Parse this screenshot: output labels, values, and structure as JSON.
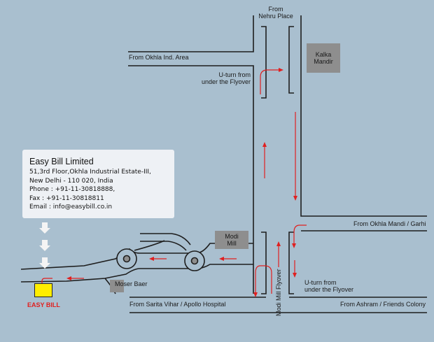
{
  "labels": {
    "from_nehru_place": [
      "From",
      "Nehru Place"
    ],
    "from_okhla_ind_area": "From Okhla Ind. Area",
    "uturn_top": [
      "U-turn from",
      "under the Flyover"
    ],
    "from_okhla_mandi": "From Okhla Mandi / Garhi",
    "uturn_bottom": [
      "U-turn from",
      "under the Flyover"
    ],
    "from_sarita_vihar": "From Sarita Vihar / Apollo Hospital",
    "from_ashram": "From Ashram / Friends Colony",
    "modi_mill_flyover": "Modi Mill Flyover"
  },
  "pois": {
    "kalka_mandir": [
      "Kalka",
      "Mandir"
    ],
    "modi_mill": [
      "Modi",
      "Mill"
    ],
    "moser_baer": "Moser Baer"
  },
  "contact": {
    "name": "Easy Bill Limited",
    "address_line1": "51,3rd Floor,Okhla Industrial Estate-III,",
    "address_line2": "New Delhi - 110 020, India",
    "phone": "Phone : +91-11-30818888,",
    "fax": "Fax : +91-11-30818811",
    "email": "Email : info@easybill.co.in"
  },
  "destination": {
    "label": "EASY BILL"
  },
  "colors": {
    "background": "#a9bfcf",
    "road_line": "#1e1e1e",
    "arrow": "#e02020",
    "poi": "#8e8e8e",
    "destination_fill": "#ffee00"
  }
}
